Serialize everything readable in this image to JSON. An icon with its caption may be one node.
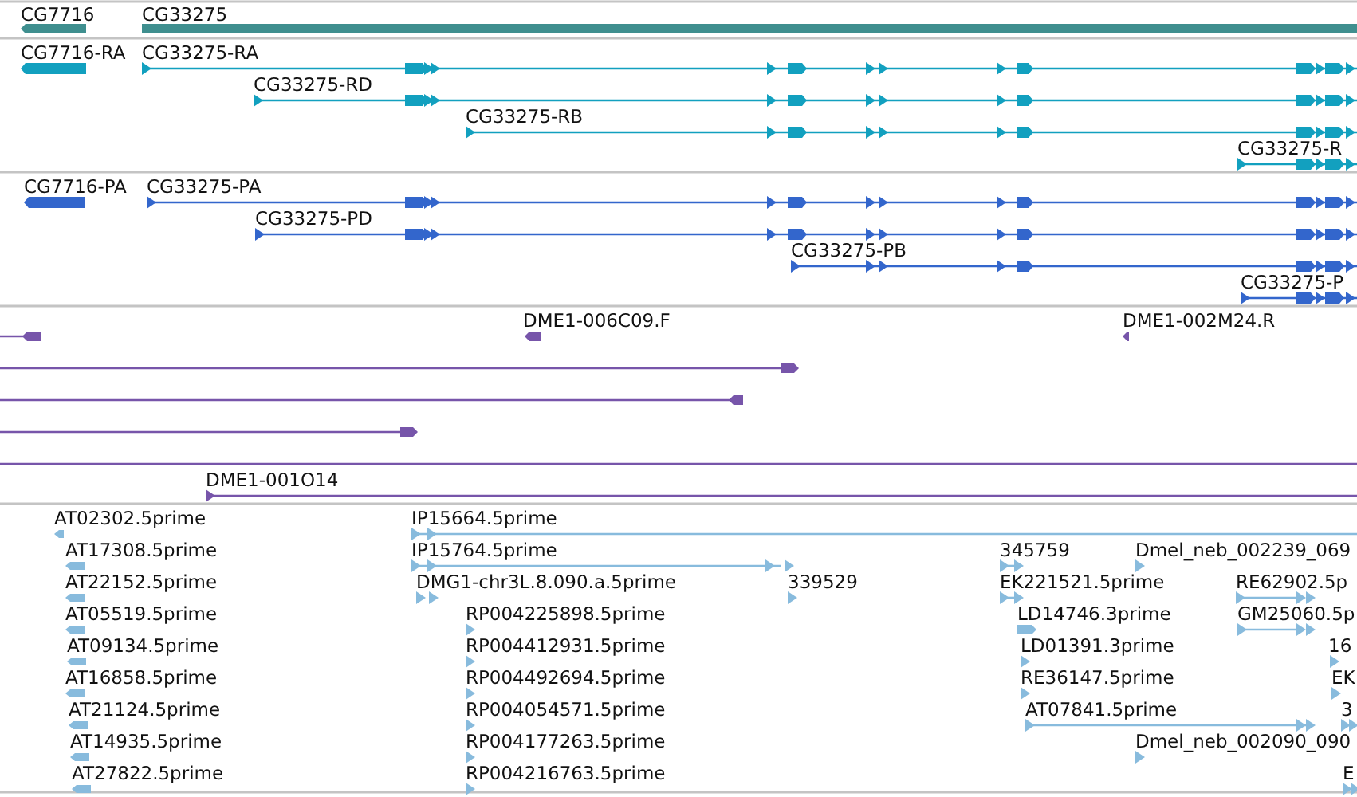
{
  "diagram": {
    "labels": [
      "CG7716",
      "CG33275",
      "CG7716-RA",
      "CG33275-RA",
      "CG33275-RD",
      "CG33275-RB",
      "CG33275-R",
      "CG7716-PA",
      "CG33275-PA",
      "CG33275-PD",
      "CG33275-PB",
      "CG33275-P",
      "DME1-006C09.F",
      "DME1-002M24.R",
      "DME1-001O14",
      "AT02302.5prime",
      "IP15664.5prime",
      "AT17308.5prime",
      "IP15764.5prime",
      "345759",
      "Dmel_neb_002239_069",
      "AT22152.5prime",
      "DMG1-chr3L.8.090.a.5prime",
      "339529",
      "EK221521.5prime",
      "RE62902.5p",
      "AT05519.5prime",
      "RP004225898.5prime",
      "LD14746.3prime",
      "GM25060.5p",
      "AT09134.5prime",
      "RP004412931.5prime",
      "LD01391.3prime",
      "16",
      "AT16858.5prime",
      "RP004492694.5prime",
      "RE36147.5prime",
      "EK",
      "AT21124.5prime",
      "RP004054571.5prime",
      "AT07841.5prime",
      "3",
      "AT14935.5prime",
      "RP004177263.5prime",
      "Dmel_neb_002090_090",
      "AT27822.5prime",
      "RP004216763.5prime",
      "E"
    ]
  }
}
